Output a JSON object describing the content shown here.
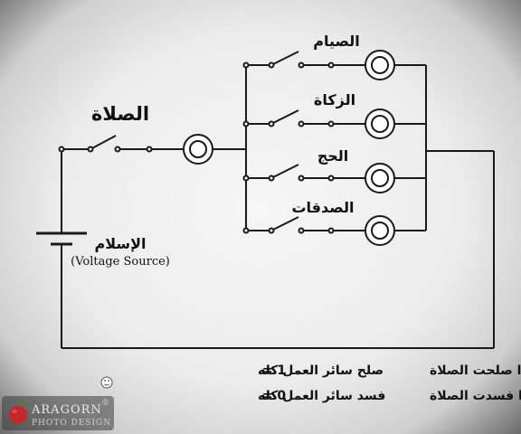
{
  "labels": {
    "prayer": "الصلاة",
    "fasting": "الصيام",
    "zakat": "الزكاة",
    "hajj": "الحج",
    "charity": "الصدقات",
    "islam": "الإسلام",
    "voltage_source": "(Voltage Source)"
  },
  "equations": {
    "line1_left": "فإذا صلحت الصلاة",
    "line1_value": "= 1",
    "line1_right": "صلح سائر العمل كله",
    "line2_left": "وإذا فسدت الصلاة",
    "line2_value": "= 0",
    "line2_right": "فسد سائر العمل كله"
  },
  "logo": {
    "name": "ARAGORN",
    "sub": "PHOTO DESIGN",
    "reg": "®"
  },
  "colors": {
    "wire": "#1a1a1a",
    "logo_red": "#c0282c"
  }
}
